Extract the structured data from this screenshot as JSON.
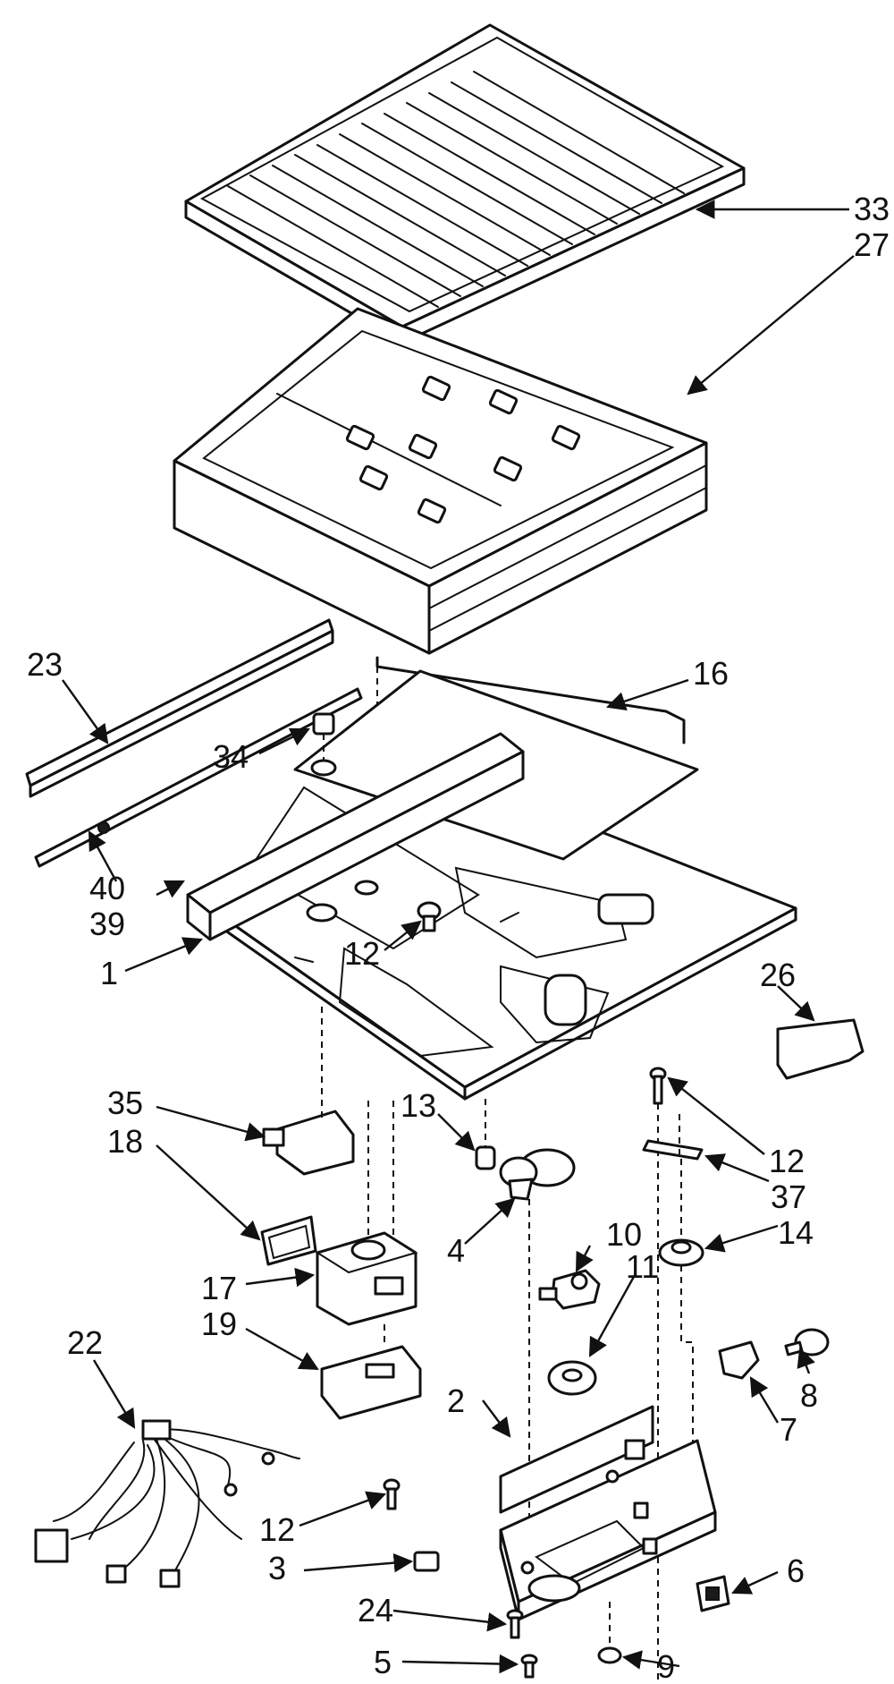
{
  "diagram": {
    "colors": {
      "ink": "#111111",
      "paper": "#ffffff"
    },
    "callouts": [
      "33",
      "27",
      "23",
      "16",
      "34",
      "40",
      "39",
      "12",
      "1",
      "26",
      "35",
      "18",
      "13",
      "37",
      "4",
      "10",
      "11",
      "14",
      "17",
      "19",
      "8",
      "22",
      "7",
      "2",
      "3",
      "6",
      "24",
      "9",
      "5"
    ]
  }
}
